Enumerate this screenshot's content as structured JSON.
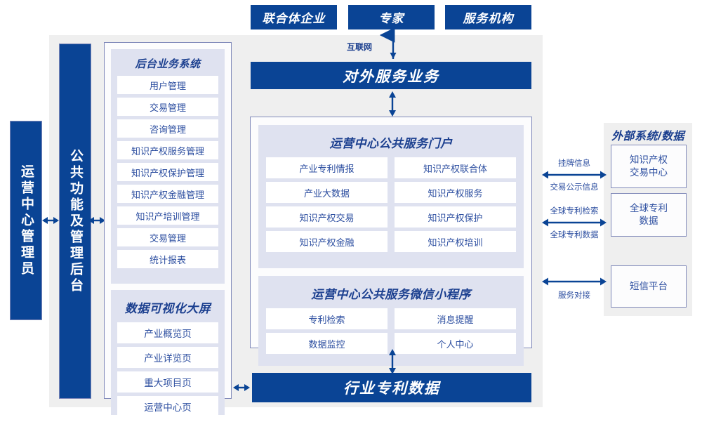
{
  "colors": {
    "brand_blue": "#0a4495",
    "text_blue": "#2c4ea0",
    "title_blue": "#1b3f8f",
    "lavender": "#dfe2f0",
    "frame_grey": "#efefef",
    "border_violet": "#8089b9"
  },
  "top_actors": [
    {
      "label": "联合体企业"
    },
    {
      "label": "专家"
    },
    {
      "label": "服务机构"
    }
  ],
  "internet_label": "互联网",
  "external_service_banner": "对外服务业务",
  "industry_data_banner": "行业专利数据",
  "left_bars": [
    {
      "label": "运营中心管理员"
    },
    {
      "label": "公共功能及管理后台"
    }
  ],
  "backoffice": {
    "title": "后台业务系统",
    "items": [
      "用户管理",
      "交易管理",
      "咨询管理",
      "知识产权服务管理",
      "知识产权保护管理",
      "知识产权金融管理",
      "知识产培训管理",
      "交易管理",
      "统计报表"
    ]
  },
  "visualization": {
    "title": "数据可视化大屏",
    "items": [
      "产业概览页",
      "产业详览页",
      "重大项目页",
      "运营中心页"
    ]
  },
  "portal": {
    "title": "运营中心公共服务门户",
    "items": [
      "产业专利情报",
      "知识产权联合体",
      "产业大数据",
      "知识产权服务",
      "知识产权交易",
      "知识产权保护",
      "知识产权金融",
      "知识产权培训"
    ]
  },
  "miniprogram": {
    "title": "运营中心公共服务微信小程序",
    "items": [
      "专利检索",
      "消息提醒",
      "数据监控",
      "个人中心"
    ]
  },
  "external": {
    "title": "外部系统/数据",
    "boxes": [
      {
        "label": "知识产权\n交易中心",
        "line1": "知识产权",
        "line2": "交易中心"
      },
      {
        "label": "全球专利\n数据",
        "line1": "全球专利",
        "line2": "数据"
      },
      {
        "label": "短信平台",
        "line1": "短信平台",
        "line2": ""
      }
    ],
    "connectors": [
      {
        "above": "挂牌信息",
        "below": "交易公示信息"
      },
      {
        "above": "全球专利检索",
        "below": "全球专利数据"
      },
      {
        "above": "",
        "below": "服务对接"
      }
    ]
  }
}
